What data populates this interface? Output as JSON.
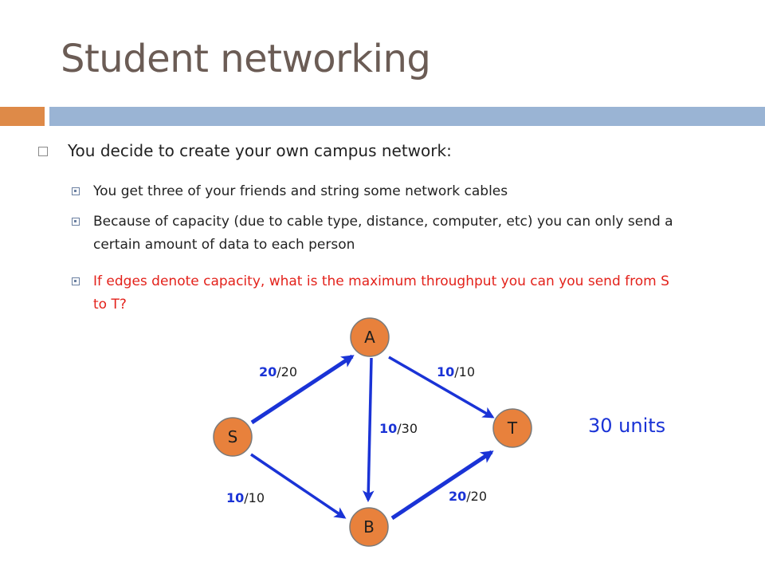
{
  "slide": {
    "title": "Student networking",
    "bullet": "You decide to create your own campus network:",
    "subbullets": [
      {
        "text": "You get three of your friends and string some network cables"
      },
      {
        "text": "Because of capacity (due to cable type, distance, computer, etc) you can only send a certain amount of data to each person"
      },
      {
        "text": "If edges denote capacity, what is the maximum throughput you can you send from S to T?",
        "color": "#e3221b"
      }
    ]
  },
  "graph": {
    "node_color": "#e8813c",
    "edge_color": "#1a33d6",
    "nodes": [
      {
        "id": "S",
        "label": "S"
      },
      {
        "id": "A",
        "label": "A"
      },
      {
        "id": "B",
        "label": "B"
      },
      {
        "id": "T",
        "label": "T"
      }
    ],
    "edges": [
      {
        "from": "S",
        "to": "A",
        "flow": "20",
        "capacity": "/20",
        "width": "thick"
      },
      {
        "from": "A",
        "to": "T",
        "flow": "10",
        "capacity": "/10",
        "width": "normal"
      },
      {
        "from": "A",
        "to": "B",
        "flow": "10",
        "capacity": "/30",
        "width": "normal"
      },
      {
        "from": "S",
        "to": "B",
        "flow": "10",
        "capacity": "/10",
        "width": "normal"
      },
      {
        "from": "B",
        "to": "T",
        "flow": "20",
        "capacity": "/20",
        "width": "thick"
      }
    ],
    "result": "30 units"
  }
}
